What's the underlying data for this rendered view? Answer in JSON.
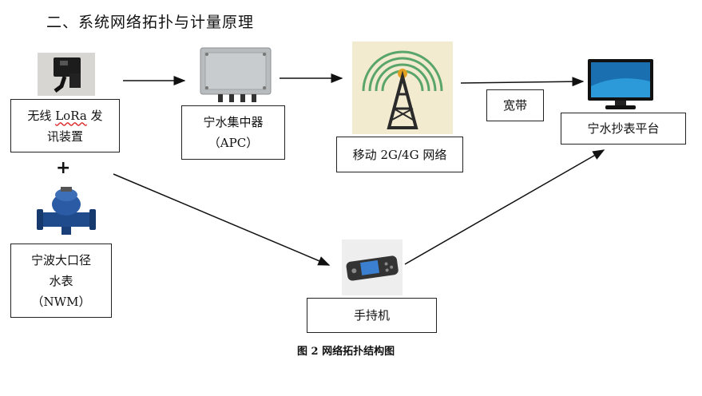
{
  "title": "二、系统网络拓扑与计量原理",
  "nodes": {
    "lora_device": {
      "line1_prefix": "无线 ",
      "line1_lora": "LoRa",
      "line1_suffix": " 发",
      "line2": "讯装置"
    },
    "concentrator": {
      "line1": "宁水集中器",
      "line2": "（APC）"
    },
    "mobile_network": {
      "label": "移动 2G/4G 网络"
    },
    "broadband": {
      "label": "宽带"
    },
    "platform": {
      "label": "宁水抄表平台"
    },
    "water_meter": {
      "line1": "宁波大口径",
      "line2": "水表",
      "line3": "（NWM）"
    },
    "handheld": {
      "label": "手持机"
    }
  },
  "plus": "+",
  "caption": "图 2 网络拓扑结构图",
  "icons": [
    "lora-device-photo",
    "concentrator-box-photo",
    "cell-tower-icon",
    "monitor-icon",
    "water-meter-photo",
    "handheld-terminal-photo"
  ]
}
